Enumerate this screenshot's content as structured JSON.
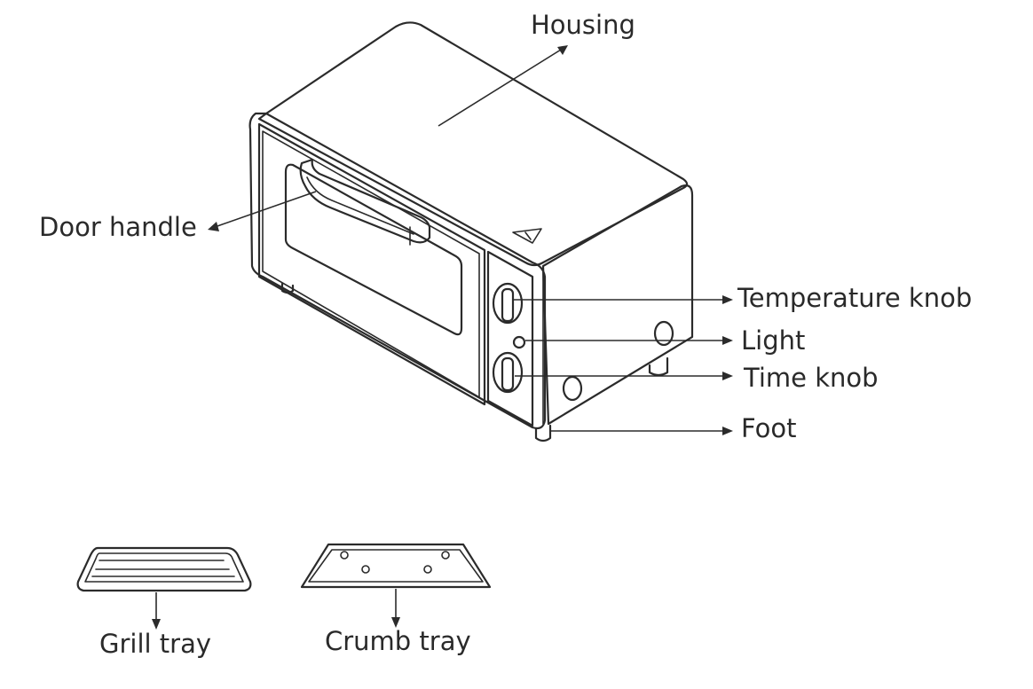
{
  "labels": {
    "housing": "Housing",
    "door_handle": "Door handle",
    "temperature_knob": "Temperature knob",
    "light": "Light",
    "time_knob": "Time knob",
    "foot": "Foot",
    "grill_tray": "Grill tray",
    "crumb_tray": "Crumb tray"
  }
}
